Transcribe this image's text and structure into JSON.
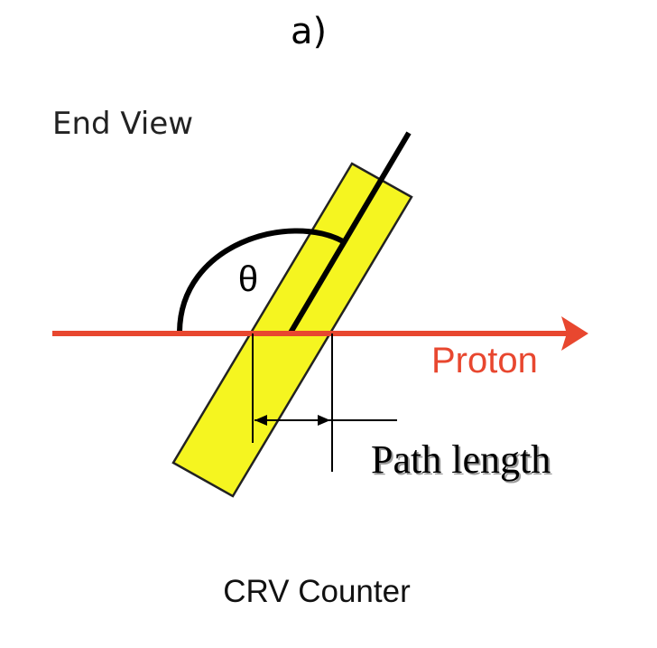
{
  "panel_label": "a)",
  "view_label": "End View",
  "angle_symbol": "θ",
  "beam_label": "Proton",
  "measure_label": "Path length",
  "caption": "CRV Counter",
  "colors": {
    "counter_fill": "#f5f520",
    "counter_stroke": "#222222",
    "proton": "#e8472f",
    "lines": "#000000"
  }
}
